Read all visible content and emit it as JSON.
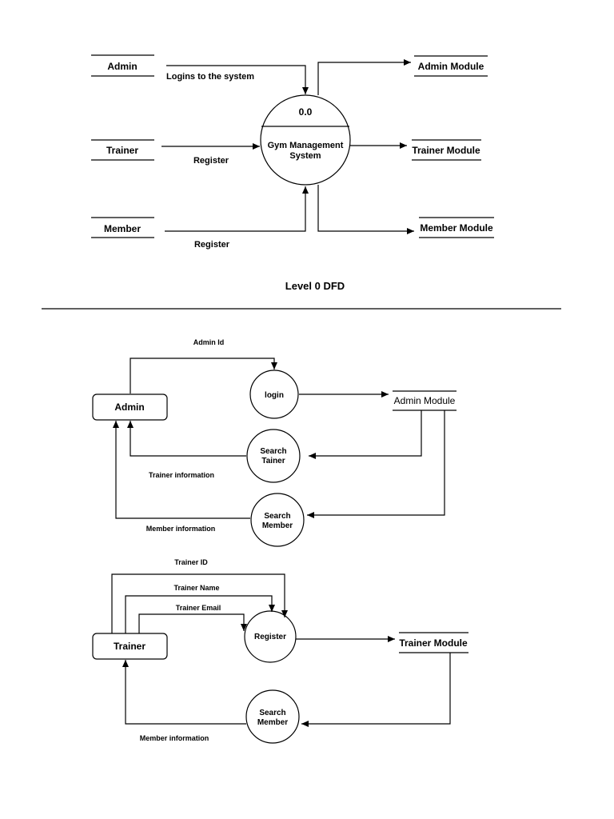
{
  "level0": {
    "caption": "Level 0 DFD",
    "process": {
      "id": "0.0",
      "name_line1": "Gym  Management",
      "name_line2": "System"
    },
    "entities": {
      "admin": "Admin",
      "trainer": "Trainer",
      "member": "Member"
    },
    "stores": {
      "admin_module": "Admin Module",
      "trainer_module": "Trainer Module",
      "member_module": "Member Module"
    },
    "flows": {
      "admin_login": "Logins  to the system",
      "trainer_register": "Register",
      "member_register": "Register"
    }
  },
  "admin_dfd": {
    "entity": "Admin",
    "store": "Admin Module",
    "process_login": "login",
    "process_search_trainer_line1": "Search",
    "process_search_trainer_line2": "Tainer",
    "process_search_member_line1": "Search",
    "process_search_member_line2": "Member",
    "flows": {
      "admin_id": "Admin Id",
      "trainer_info": "Trainer  information",
      "member_info": "Member  information"
    }
  },
  "trainer_dfd": {
    "entity": "Trainer",
    "store": "Trainer Module",
    "process_register": "Register",
    "process_search_member_line1": "Search",
    "process_search_member_line2": "Member",
    "flows": {
      "trainer_id": "Trainer ID",
      "trainer_name": "Trainer Name",
      "trainer_email": "Trainer Email",
      "member_info": "Member  information"
    }
  }
}
